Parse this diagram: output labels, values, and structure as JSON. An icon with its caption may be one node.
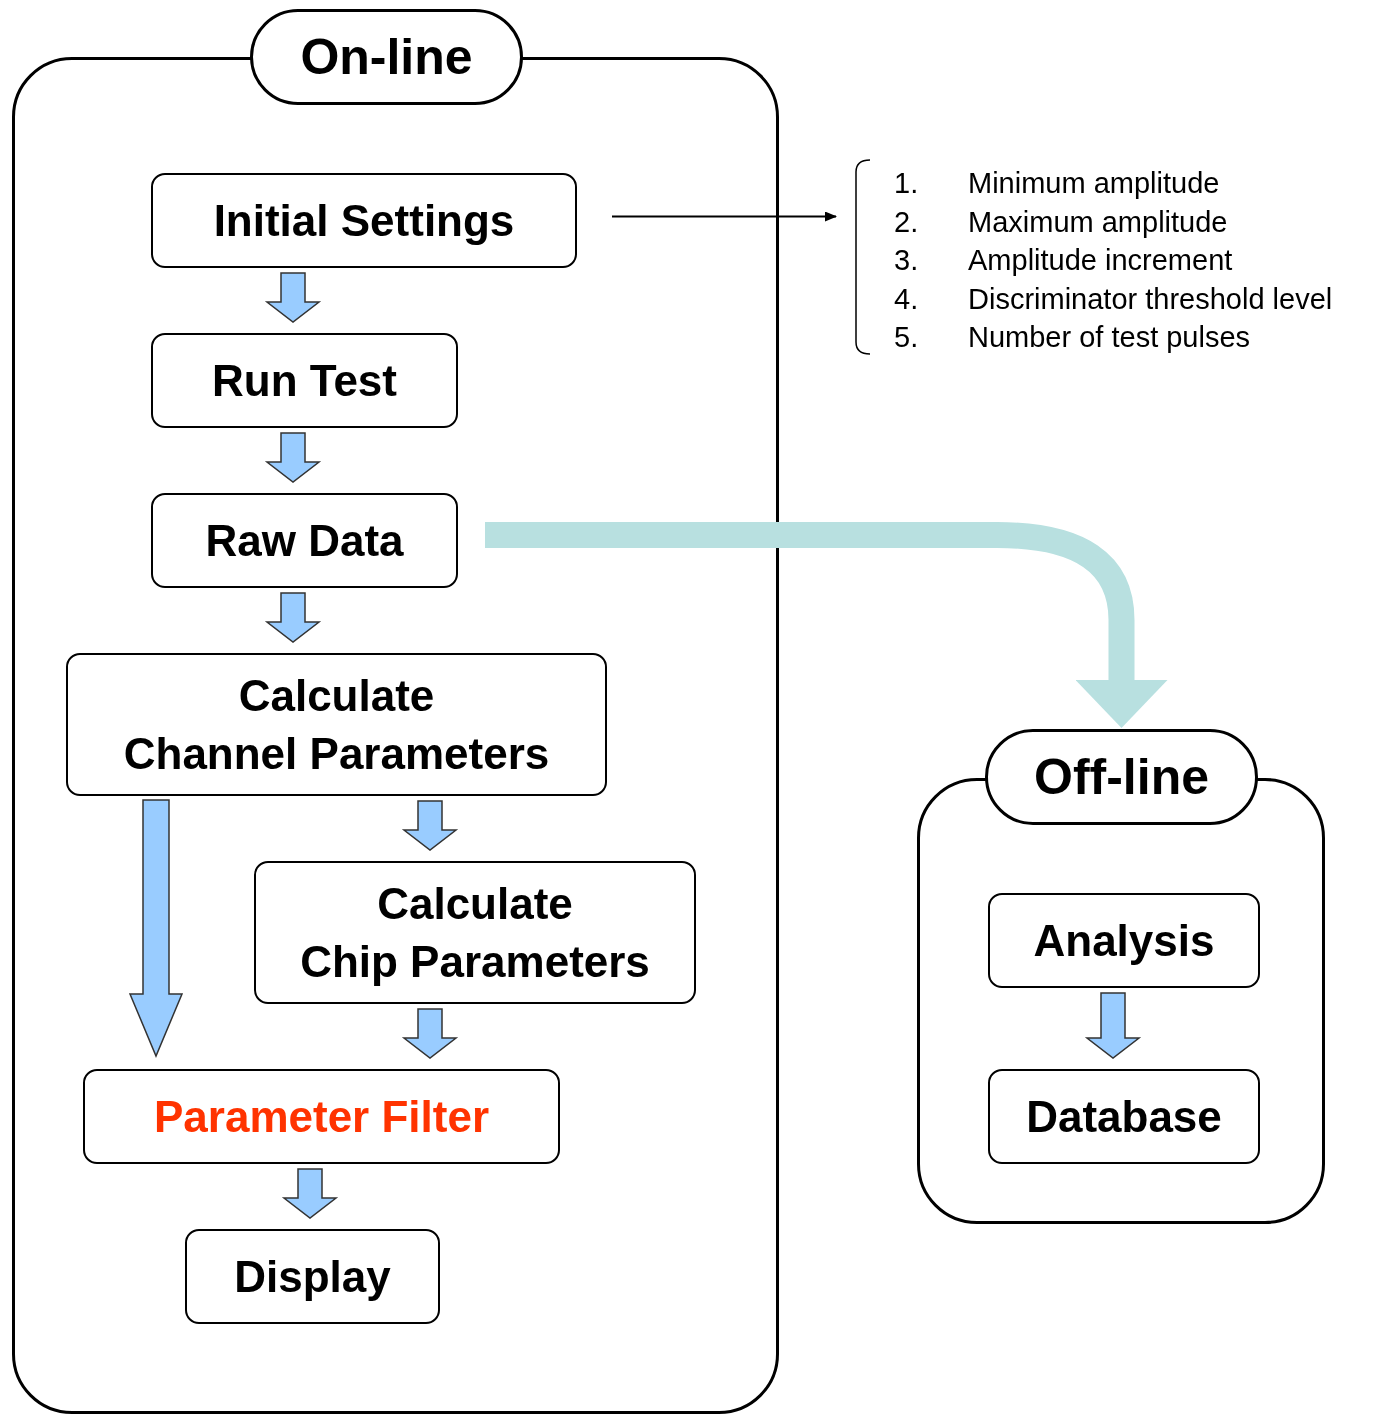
{
  "diagram": {
    "nodes": [
      {
        "text": [],
        "shape": "box"
      },
      {
        "text": [
          "On-line"
        ]
      },
      {
        "text": [
          "Initial Settings"
        ],
        "in": 0
      },
      {
        "text": [
          "Run Test"
        ],
        "in": 0
      },
      {
        "text": [
          "Raw Data"
        ],
        "in": 0
      },
      {
        "text": [
          "Calculate Channel Parameters"
        ],
        "in": 0
      },
      {
        "text": [
          "Calculate Chip Parameters"
        ],
        "in": 0
      },
      {
        "text": [
          "Parameter Filter"
        ],
        "in": 0
      },
      {
        "text": [
          "Display"
        ],
        "in": 0
      },
      {
        "text": [],
        "shape": "box"
      },
      {
        "text": [
          "Off-line"
        ]
      },
      {
        "text": [
          "Analysis"
        ],
        "in": 9
      },
      {
        "text": [
          "Database"
        ],
        "in": 9
      },
      {
        "text": [
          "1.",
          "Minimum amplitude",
          "2.",
          "Maximum amplitude",
          "3.",
          "Amplitude increment",
          "4.",
          "Discriminator threshold level",
          "5.",
          "Number of test pulses"
        ]
      }
    ],
    "edges": [
      {
        "from": 2,
        "to": 13,
        "arrow": "to",
        "color": "#000000"
      },
      {
        "from": 2,
        "to": 3,
        "arrow": "to",
        "style": "thick"
      },
      {
        "from": 3,
        "to": 4,
        "arrow": "to",
        "style": "thick"
      },
      {
        "from": 4,
        "to": 5,
        "arrow": "to",
        "style": "thick"
      },
      {
        "from": 5,
        "to": 6,
        "arrow": "to",
        "style": "thick"
      },
      {
        "from": 5,
        "to": 7,
        "arrow": "to",
        "style": "thick"
      },
      {
        "from": 6,
        "to": 7,
        "arrow": "to",
        "style": "thick"
      },
      {
        "from": 7,
        "to": 8,
        "arrow": "to",
        "style": "thick"
      },
      {
        "from": 11,
        "to": 12,
        "arrow": "to",
        "style": "thick"
      },
      {
        "from": 4,
        "to": 10,
        "arrow": "to",
        "style": "thick",
        "color": "#b8e0e0"
      }
    ]
  }
}
